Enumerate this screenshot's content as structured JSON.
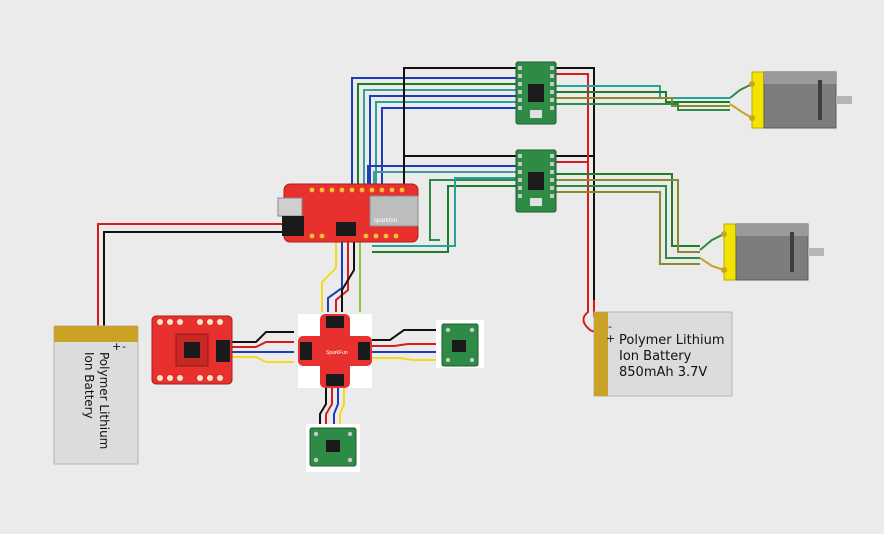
{
  "diagram": {
    "battery_left": {
      "label_line1": "Polymer Lithium",
      "label_line2": "Ion Battery",
      "plus": "+",
      "minus": "-"
    },
    "battery_right": {
      "label_line1": "Polymer Lithium",
      "label_line2": "Ion Battery",
      "label_line3": "850mAh 3.7V",
      "plus": "+",
      "minus": "-"
    },
    "microcontroller": {
      "brand": "sparkfun"
    },
    "qwiic_mux": {
      "brand": "SparkFun"
    },
    "colors": {
      "sparkfun_red": "#e8312f",
      "pololu_green": "#2e8b46",
      "battery_gold": "#c9a227",
      "battery_gray": "#dcdcdc",
      "motor_gray": "#7d7d7d",
      "motor_yellow": "#f2e300",
      "wire_red": "#d81b1b",
      "wire_black": "#111111",
      "wire_blue": "#1f3db8",
      "wire_yellow": "#f0dc1a",
      "wire_green": "#1e7d28",
      "wire_teal": "#3a9e9e",
      "wire_olive": "#8a8a2a"
    }
  }
}
